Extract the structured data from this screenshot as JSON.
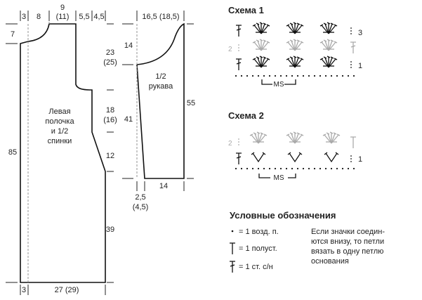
{
  "left_pattern": {
    "label_lines": [
      "Левая",
      "полочка",
      "и 1/2",
      "спинки"
    ],
    "top_dims": [
      "3",
      "8",
      "9",
      "(11)",
      "5,5",
      "4,5"
    ],
    "left_dims": [
      "7",
      "85"
    ],
    "right_dims": [
      "23",
      "(25)",
      "18",
      "(16)",
      "12",
      "39"
    ],
    "bottom_dims": [
      "3",
      "27 (29)"
    ]
  },
  "sleeve_pattern": {
    "label_lines": [
      "1/2",
      "рукава"
    ],
    "top_dim": "16,5 (18,5)",
    "left_dims": [
      "14",
      "41"
    ],
    "right_dim": "55",
    "bottom_dims": [
      "2,5",
      "(4,5)",
      "14"
    ]
  },
  "scheme1": {
    "title": "Схема 1",
    "row_numbers": [
      "3",
      "2",
      "1"
    ],
    "ms_label": "MS"
  },
  "scheme2": {
    "title": "Схема 2",
    "row_numbers": [
      "2",
      "1"
    ],
    "ms_label": "MS"
  },
  "legend": {
    "title": "Условные обозначения",
    "items": [
      {
        "symbol": "dot-icon",
        "text": "= 1 возд. п."
      },
      {
        "symbol": "half-dc-icon",
        "text": "= 1 полуст."
      },
      {
        "symbol": "dc-icon",
        "text": "= 1 ст. с/н"
      }
    ],
    "note_lines": [
      "Если значки соедин-",
      "ются внизу, то петли",
      "вязать в одну петлю",
      "основания"
    ]
  },
  "colors": {
    "ink": "#111111",
    "gray_row": "#aaaaaa"
  }
}
